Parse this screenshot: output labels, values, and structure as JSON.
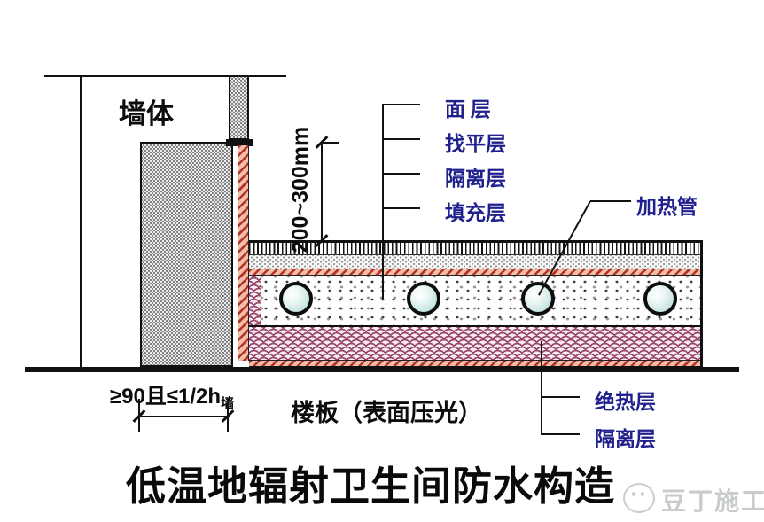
{
  "diagram": {
    "title": "低温地辐射卫生间防水构造",
    "wall_label": "墙体",
    "slab_label": "楼板（表面压光）",
    "height_dim": "200~300mm",
    "width_dim": "≥90且≤1/2h",
    "width_dim_subscript": "墙",
    "top_layer_labels": [
      {
        "label": "面 层"
      },
      {
        "label": "找平层"
      },
      {
        "label": "隔离层"
      },
      {
        "label": "填充层"
      }
    ],
    "pipe_label": "加热管",
    "bottom_layer_labels": [
      {
        "label": "绝热层"
      },
      {
        "label": "隔离层"
      }
    ],
    "pipe_count": 4
  },
  "watermark": {
    "text": "豆丁施工",
    "icon": "douding-mascot-icon"
  },
  "colors": {
    "label_blue": "#20208e",
    "hatch_red_stripe": "#b23524",
    "hatch_red_bg": "#f5bcab",
    "insulation_scale": "#99486c",
    "insulation_bg": "#f8eef4",
    "pipe_fill": "#c6e4e1",
    "wall_stipple": "#5f5f5f",
    "watermark_gray": "#c9cdc9",
    "line_black": "#111111"
  }
}
